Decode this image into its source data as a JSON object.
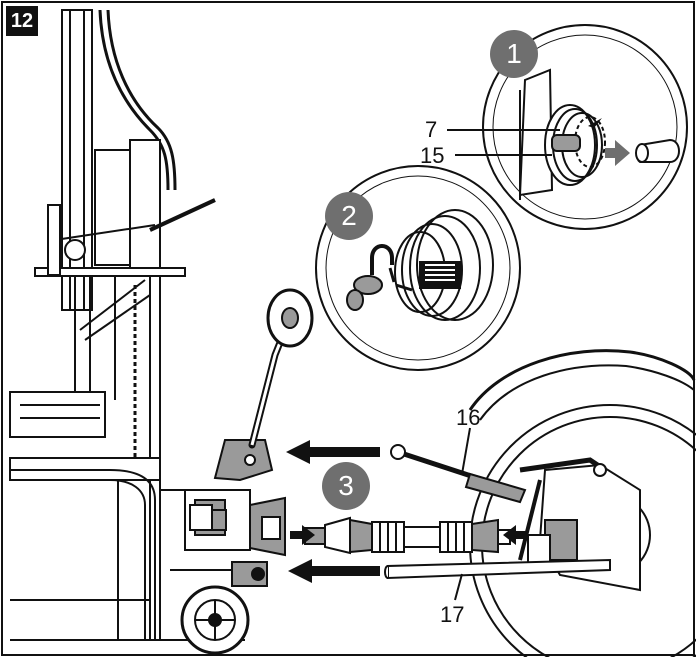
{
  "figure": {
    "number": "12"
  },
  "steps": [
    {
      "label": "1"
    },
    {
      "label": "2"
    },
    {
      "label": "3"
    }
  ],
  "callouts": {
    "part_7": "7",
    "part_15": "15",
    "part_16": "16",
    "part_17": "17"
  },
  "colors": {
    "ink": "#111111",
    "step_circle": "#6f6f6f",
    "badge": "#111111",
    "panel_fill": "#ffffff",
    "shade": "#9a9a9a"
  }
}
